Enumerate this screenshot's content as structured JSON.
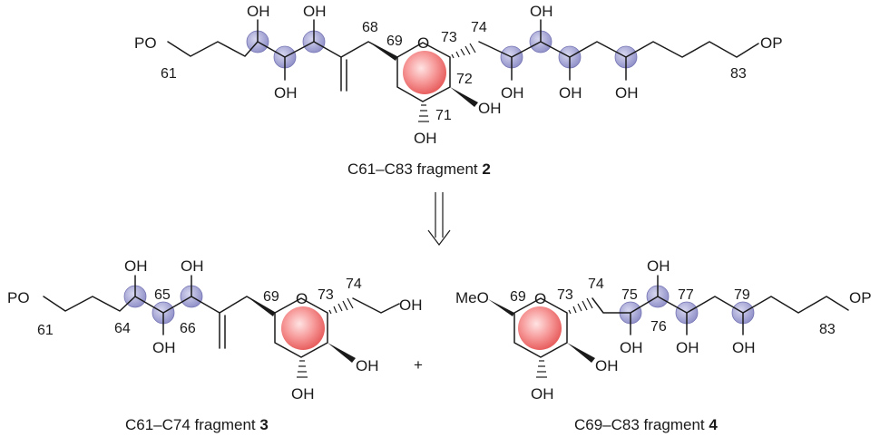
{
  "atoms": {
    "po": "PO",
    "op": "OP",
    "oh": "OH",
    "o": "O",
    "meo": "MeO",
    "plus": "+"
  },
  "fragment2": {
    "caption": "C61–C83 fragment ",
    "caption_bold": "2",
    "numbers": {
      "c61": "61",
      "c68": "68",
      "c69": "69",
      "c73": "73",
      "c74": "74",
      "c72": "72",
      "c71": "71",
      "c83": "83"
    }
  },
  "fragment3": {
    "caption": "C61–C74 fragment ",
    "caption_bold": "3",
    "numbers": {
      "c61": "61",
      "c64": "64",
      "c65": "65",
      "c66": "66",
      "c69": "69",
      "c73": "73",
      "c74": "74"
    }
  },
  "fragment4": {
    "caption": "C69–C83 fragment ",
    "caption_bold": "4",
    "numbers": {
      "c69": "69",
      "c73": "73",
      "c74": "74",
      "c75": "75",
      "c76": "76",
      "c77": "77",
      "c79": "79",
      "c83": "83"
    }
  },
  "colors": {
    "stereocenter_marker": "#a9a9d6",
    "ring_highlight": "#f07878"
  }
}
